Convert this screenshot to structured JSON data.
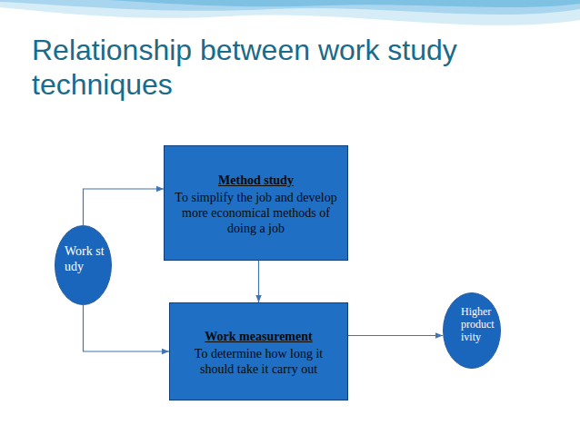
{
  "diagram": {
    "title": "Relationship between work study techniques",
    "nodes": [
      {
        "text": [
          "Work study"
        ]
      },
      {
        "text": [
          "Method study",
          "To simplify the job and develop more economical methods of doing a job"
        ]
      },
      {
        "text": [
          "Work measurement",
          "To determine how long it should take it carry out"
        ]
      },
      {
        "text": [
          "Higher productivity"
        ]
      }
    ],
    "edges": [
      {
        "from": 0,
        "to": 1,
        "arrow": "to"
      },
      {
        "from": 0,
        "to": 2,
        "arrow": "to"
      },
      {
        "from": 1,
        "to": 2,
        "arrow": "to"
      },
      {
        "from": 2,
        "to": 3,
        "arrow": "to"
      }
    ]
  }
}
